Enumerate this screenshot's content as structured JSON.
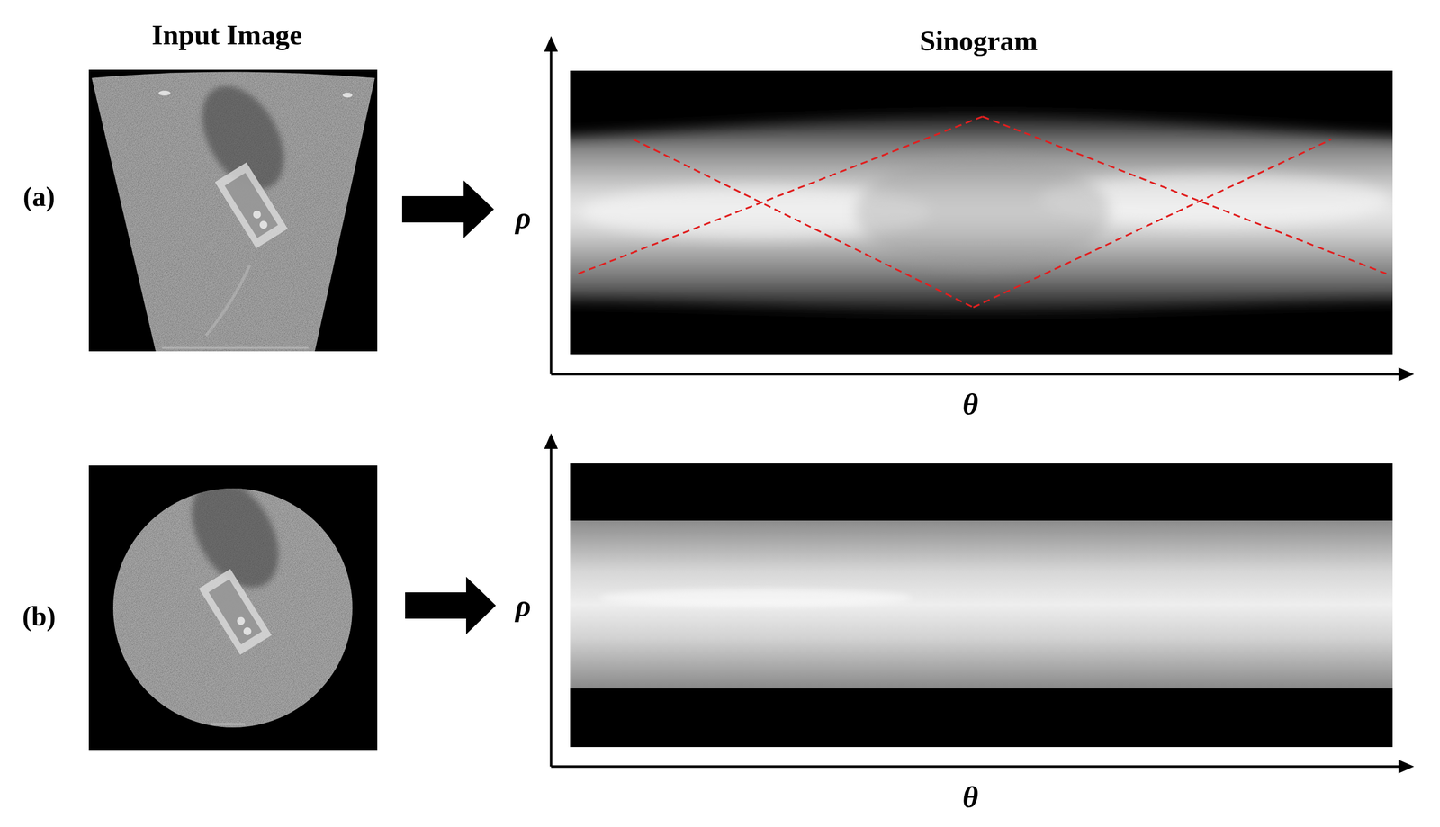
{
  "diagram": {
    "labels": [
      "Input Image",
      "Sinogram",
      "(a)",
      "ρ",
      "θ",
      "(b)",
      "ρ",
      "θ"
    ]
  }
}
